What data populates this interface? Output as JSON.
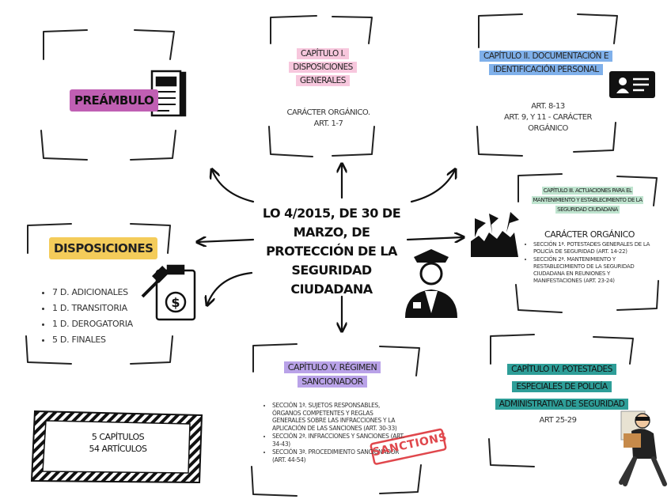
{
  "center_title": [
    "LO 4/2015, DE 30 DE",
    "MARZO, DE",
    "PROTECCIÓN DE LA",
    "SEGURIDAD CIUDADANA"
  ],
  "preambulo": {
    "title": "PREÁMBULO",
    "color": "#c05fb3"
  },
  "cap1": {
    "title": [
      "CAPÍTULO I. DISPOSICIONES",
      "GENERALES"
    ],
    "body": [
      "CARÁCTER ORGÁNICO.",
      "ART. 1-7"
    ],
    "color": "#f7c7dd"
  },
  "cap2": {
    "title": [
      "CAPÍTULO II. DOCUMENTACIÓN E",
      "IDENTIFICACIÓN PERSONAL"
    ],
    "body": [
      "ART. 8-13",
      "ART. 9, Y 11 - CARÁCTER",
      "ORGÁNICO"
    ],
    "color": "#7fb0ea"
  },
  "cap3": {
    "title": [
      "CAPÍTULO III. ACTUACIONES PARA EL",
      "MANTENIMIENTO Y ESTABLECIMIENTO DE LA",
      "SEGURIDAD CIUDADANA"
    ],
    "subtitle": "CARÁCTER ORGÁNICO",
    "items": [
      "SECCIÓN 1ª. POTESTADES GENERALES DE LA POLICÍA DE SEGURIDAD (ART. 14-22)",
      "SECCIÓN 2ª. MANTENIMIENTO Y RESTABLECIMIENTO DE LA SEGURIDAD CIUDADANA EN REUNIONES Y MANIFESTACIONES (ART. 23-24)"
    ],
    "color": "#bfe4cf"
  },
  "disposiciones": {
    "title": "DISPOSICIONES",
    "items": [
      "7 D. ADICIONALES",
      "1 D. TRANSITORIA",
      "1 D. DEROGATORIA",
      "5 D. FINALES"
    ],
    "color": "#f4cc5a"
  },
  "cap4": {
    "title": [
      "CAPÍTULO IV. POTESTADES",
      "ESPECIALES DE POLICÍA",
      "ADMINISTRATIVA DE SEGURIDAD"
    ],
    "body": "ART 25-29",
    "color": "#2e9e98"
  },
  "cap5": {
    "title": [
      "CAPÍTULO V. RÉGIMEN",
      "SANCIONADOR"
    ],
    "items": [
      "SECCIÓN 1ª. SUJETOS RESPONSABLES, ÓRGANOS COMPETENTES Y REGLAS GENERALES SOBRE LAS INFRACCIONES Y LA APLICACIÓN DE LAS SANCIONES (ART. 30-33)",
      "SECCIÓN 2ª. INFRACCIONES Y SANCIONES (ART. 34-43)",
      "SECCIÓN 3ª. PROCEDIMIENTO SANCIONADOR (ART. 44-54)"
    ],
    "color": "#b9a2e8"
  },
  "stamp": "SANCTIONS",
  "summary": [
    "5 CAPÍTULOS",
    "54 ARTÍCULOS"
  ],
  "icons": [
    "document-icon",
    "id-card-icon",
    "protest-icon",
    "clipboard-gavel-icon",
    "police-officer-icon",
    "thief-icon"
  ]
}
